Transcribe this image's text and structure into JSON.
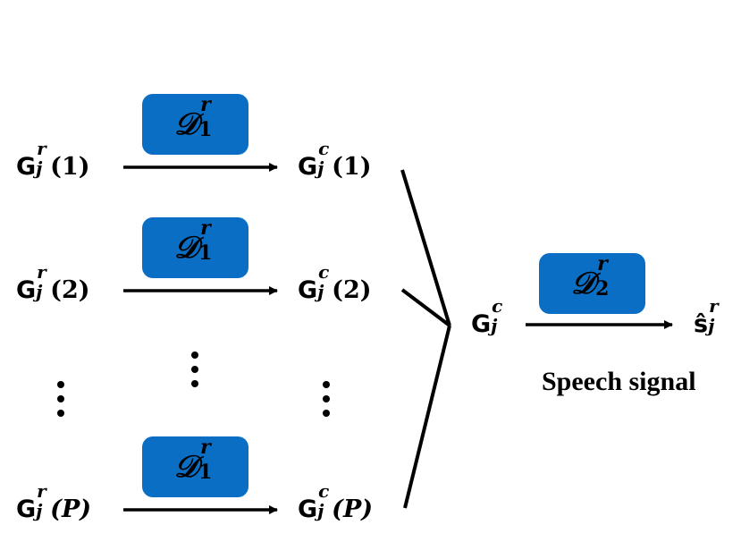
{
  "colors": {
    "box_fill": "#0b6ec5",
    "ink": "#000000"
  },
  "inputs": [
    {
      "base": "G",
      "sup": "r",
      "sub": "j",
      "arg": "(1)"
    },
    {
      "base": "G",
      "sup": "r",
      "sub": "j",
      "arg": "(2)"
    },
    {
      "base": "G",
      "sup": "r",
      "sub": "j",
      "arg": "(P)"
    }
  ],
  "outputs": [
    {
      "base": "G",
      "sup": "c",
      "sub": "j",
      "arg": "(1)"
    },
    {
      "base": "G",
      "sup": "c",
      "sub": "j",
      "arg": "(2)"
    },
    {
      "base": "G",
      "sup": "c",
      "sub": "j",
      "arg": "(P)"
    }
  ],
  "row_decoder": {
    "base": "𝒟",
    "sup": "r",
    "sub": "1"
  },
  "merged": {
    "base": "G",
    "sup": "c",
    "sub": "j"
  },
  "final_decoder": {
    "base": "𝒟",
    "sup": "r",
    "sub": "2"
  },
  "estimate": {
    "base": "ŝ",
    "sup": "r",
    "sub": "j"
  },
  "caption": "Speech signal"
}
